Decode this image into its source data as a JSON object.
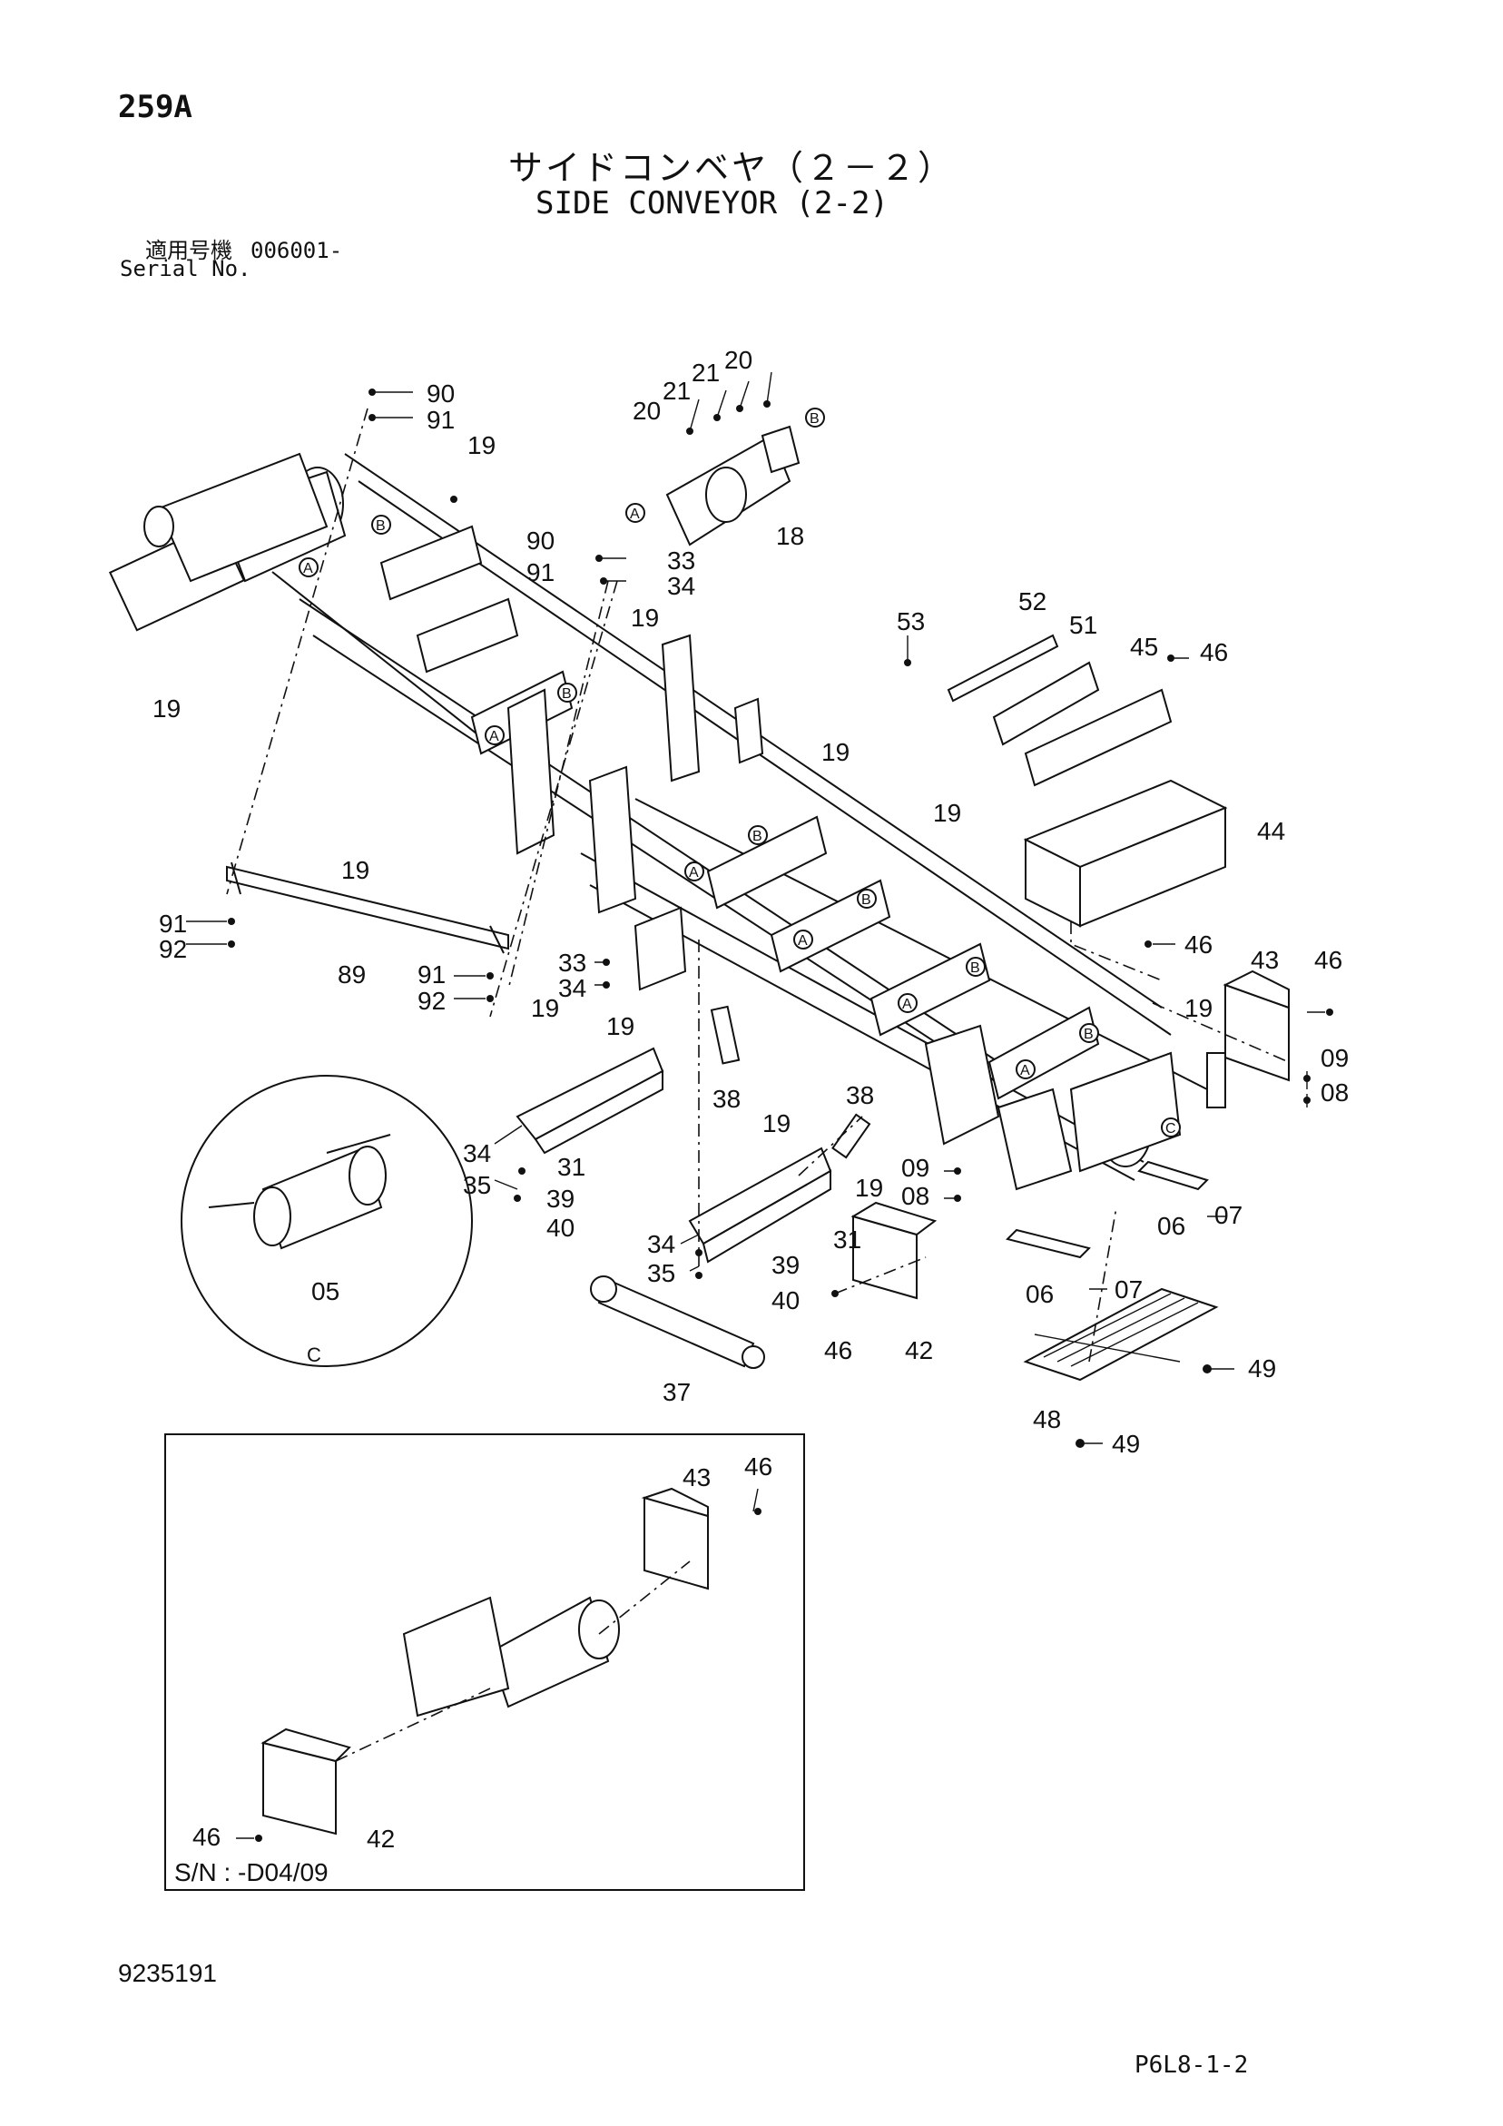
{
  "header": {
    "page_number": "259A",
    "title_jp": "サイドコンベヤ（２－２）",
    "title_en": "SIDE CONVEYOR (2-2)",
    "serial_label_jp": "適用号機",
    "serial_value": "006001-",
    "serial_label_en": "Serial No."
  },
  "footer": {
    "document_number": "9235191",
    "page_code": "P6L8-1-2"
  },
  "detail_c": {
    "part": "05",
    "view_label": "C"
  },
  "inset": {
    "serial_note": "S/N : -D04/09"
  },
  "callout_letters": {
    "a": "A",
    "b": "B",
    "c": "C"
  },
  "part_labels": [
    {
      "id": "l1",
      "text": "90"
    },
    {
      "id": "l2",
      "text": "91"
    },
    {
      "id": "l3",
      "text": "19"
    },
    {
      "id": "l4",
      "text": "20"
    },
    {
      "id": "l5",
      "text": "21"
    },
    {
      "id": "l6",
      "text": "21"
    },
    {
      "id": "l7",
      "text": "20"
    },
    {
      "id": "l8",
      "text": "18"
    },
    {
      "id": "l9",
      "text": "90"
    },
    {
      "id": "l10",
      "text": "91"
    },
    {
      "id": "l11",
      "text": "33"
    },
    {
      "id": "l12",
      "text": "34"
    },
    {
      "id": "l13",
      "text": "19"
    },
    {
      "id": "l14",
      "text": "19"
    },
    {
      "id": "l15",
      "text": "53"
    },
    {
      "id": "l16",
      "text": "52"
    },
    {
      "id": "l17",
      "text": "51"
    },
    {
      "id": "l18",
      "text": "45"
    },
    {
      "id": "l19",
      "text": "46"
    },
    {
      "id": "l20",
      "text": "19"
    },
    {
      "id": "l21",
      "text": "19"
    },
    {
      "id": "l22",
      "text": "44"
    },
    {
      "id": "l23",
      "text": "19"
    },
    {
      "id": "l24",
      "text": "91"
    },
    {
      "id": "l25",
      "text": "92"
    },
    {
      "id": "l26",
      "text": "89"
    },
    {
      "id": "l27",
      "text": "91"
    },
    {
      "id": "l28",
      "text": "92"
    },
    {
      "id": "l29",
      "text": "33"
    },
    {
      "id": "l30",
      "text": "34"
    },
    {
      "id": "l31",
      "text": "19"
    },
    {
      "id": "l32",
      "text": "19"
    },
    {
      "id": "l33",
      "text": "46"
    },
    {
      "id": "l34",
      "text": "43"
    },
    {
      "id": "l35",
      "text": "46"
    },
    {
      "id": "l36",
      "text": "19"
    },
    {
      "id": "l37",
      "text": "09"
    },
    {
      "id": "l38",
      "text": "08"
    },
    {
      "id": "l39",
      "text": "38"
    },
    {
      "id": "l40",
      "text": "38"
    },
    {
      "id": "l41",
      "text": "19"
    },
    {
      "id": "l42",
      "text": "34"
    },
    {
      "id": "l43",
      "text": "35"
    },
    {
      "id": "l44",
      "text": "31"
    },
    {
      "id": "l45",
      "text": "39"
    },
    {
      "id": "l46",
      "text": "40"
    },
    {
      "id": "l47",
      "text": "09"
    },
    {
      "id": "l48",
      "text": "08"
    },
    {
      "id": "l49",
      "text": "19"
    },
    {
      "id": "l50",
      "text": "06"
    },
    {
      "id": "l51",
      "text": "07"
    },
    {
      "id": "l52",
      "text": "31"
    },
    {
      "id": "l53",
      "text": "34"
    },
    {
      "id": "l54",
      "text": "35"
    },
    {
      "id": "l55",
      "text": "39"
    },
    {
      "id": "l56",
      "text": "40"
    },
    {
      "id": "l57",
      "text": "06"
    },
    {
      "id": "l58",
      "text": "07"
    },
    {
      "id": "l59",
      "text": "46"
    },
    {
      "id": "l60",
      "text": "42"
    },
    {
      "id": "l61",
      "text": "49"
    },
    {
      "id": "l62",
      "text": "37"
    },
    {
      "id": "l63",
      "text": "48"
    },
    {
      "id": "l64",
      "text": "49"
    },
    {
      "id": "l65",
      "text": "43"
    },
    {
      "id": "l66",
      "text": "46"
    },
    {
      "id": "l67",
      "text": "46"
    },
    {
      "id": "l68",
      "text": "42"
    }
  ]
}
